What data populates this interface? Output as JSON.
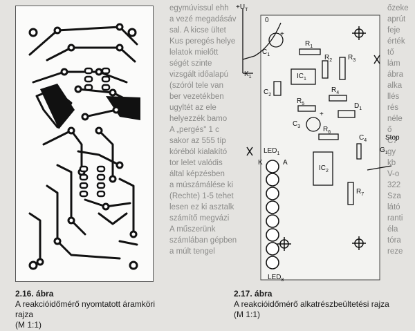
{
  "background_text": {
    "middle_column": [
      "egymúvissul ehh",
      "a vezé megadásáv",
      "sal. A kicse ültet",
      "Kus peregés helye",
      "lelatok mielőtt",
      "ségét szinte",
      "vizsgált időalapú",
      "(szóról tele van",
      "ber vezetékben",
      "ugyltét az ele",
      "helyezzék bamo",
      "A „pergés\" 1 c",
      "sakor az 555 típ",
      "kóréból kialakító",
      "tor lelet valódis",
      "által képzésben",
      "a múszámálése ki",
      "(Rechte) 1-5 tehet",
      "lesen ez ki asztalk",
      "számítő megvázi",
      "A műszerünk",
      "számlában gépben",
      "a múlt tengel"
    ],
    "right_column": [
      "őzeke",
      "aprút",
      "feje",
      "érték",
      "tő",
      "lám",
      "ábra",
      "alka",
      "llés",
      "rés",
      "néle",
      "ő",
      "C7",
      "gy",
      "kb",
      "V-o",
      "322",
      "Sza",
      "látó",
      "ranti",
      "éla",
      "tóra",
      "reze"
    ]
  },
  "figure_1": {
    "number": "2.16. ábra",
    "title": "A reakcióidőmérő nyomtatott áramköri rajza",
    "scale": "(M 1:1)"
  },
  "figure_2": {
    "number": "2.17. ábra",
    "title": "A reakcióidőmérő alkatrészbeültetési rajza",
    "scale": "(M 1:1)",
    "labels": {
      "supply": "+U",
      "supply_sub": "T",
      "zero": "0",
      "k1": "K",
      "k1_sub": "1",
      "c1": "C",
      "c1_sub": "1",
      "r1": "R",
      "r1_sub": "1",
      "r2": "R",
      "r2_sub": "2",
      "r3": "R",
      "r3_sub": "3",
      "ic1": "IC",
      "ic1_sub": "1",
      "c2": "C",
      "c2_sub": "2",
      "r4": "R",
      "r4_sub": "4",
      "r5": "R",
      "r5_sub": "5",
      "d1": "D",
      "d1_sub": "1",
      "c3": "C",
      "c3_sub": "3",
      "r6": "R",
      "r6_sub": "6",
      "led1": "LED",
      "led1_sub": "1",
      "k": "K",
      "a": "A",
      "ic2": "IC",
      "ic2_sub": "2",
      "c4": "C",
      "c4_sub": "4",
      "stop": "Stop",
      "g1": "G",
      "g1_sub": "1",
      "r7": "R",
      "r7_sub": "7",
      "led8": "LED",
      "led8_sub": "8",
      "plus": "+"
    }
  }
}
